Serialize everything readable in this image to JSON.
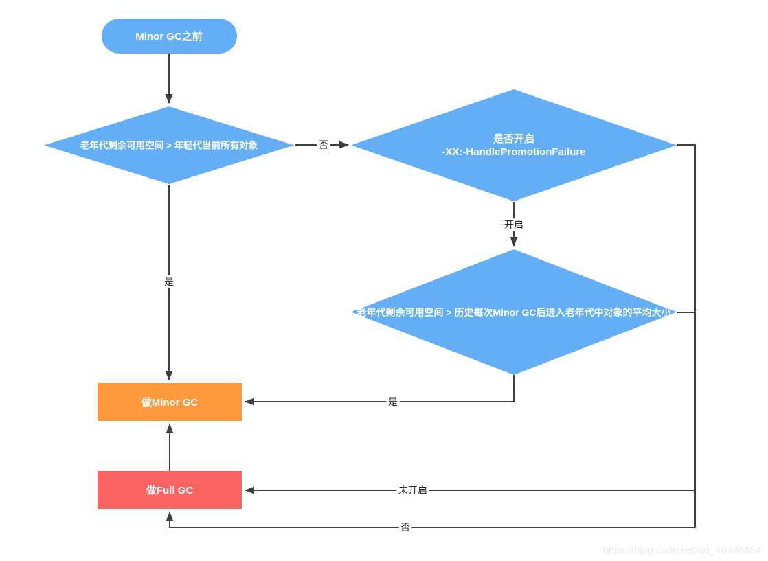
{
  "diagram": {
    "title_semantics": "Minor GC decision flowchart",
    "colors": {
      "node_blue": "#63AEF5",
      "node_orange": "#FF9A3C",
      "node_red": "#FB6363",
      "edge_line": "#3E3E3E",
      "node_text": "#FFFFFF",
      "edge_label_text": "#2B2B2B",
      "watermark_text": "#EBEBEB"
    },
    "nodes": {
      "start": {
        "shape": "rounded-pill",
        "label": "Minor GC之前"
      },
      "decision_old_vs_young": {
        "shape": "diamond",
        "label": "老年代剩余可用空间 > 年轻代当前所有对象"
      },
      "decision_handle_promotion": {
        "shape": "diamond",
        "label_line1": "是否开启",
        "label_line2": "-XX:-HandlePromotionFailure"
      },
      "decision_avg_promoted_size": {
        "shape": "diamond",
        "label": "老年代剩余可用空间 > 历史每次Minor GC后进入老年代中对象的平均大小"
      },
      "do_minor_gc": {
        "shape": "rect",
        "label": "做Minor GC"
      },
      "do_full_gc": {
        "shape": "rect",
        "label": "做Full GC"
      }
    },
    "edges": {
      "old_vs_young_no": {
        "label": "否",
        "from": "decision_old_vs_young",
        "to": "decision_handle_promotion"
      },
      "old_vs_young_yes": {
        "label": "是",
        "from": "decision_old_vs_young",
        "to": "do_minor_gc"
      },
      "handle_promotion_enabled": {
        "label": "开启",
        "from": "decision_handle_promotion",
        "to": "decision_avg_promoted_size"
      },
      "handle_promotion_not_enabled": {
        "label": "未开启",
        "from": "decision_handle_promotion",
        "to": "do_full_gc"
      },
      "avg_size_yes": {
        "label": "是",
        "from": "decision_avg_promoted_size",
        "to": "do_minor_gc"
      },
      "avg_size_no": {
        "label": "否",
        "from": "decision_avg_promoted_size",
        "to": "do_full_gc"
      },
      "start_to_first_decision": {
        "label": "",
        "from": "start",
        "to": "decision_old_vs_young"
      },
      "full_gc_to_minor_gc": {
        "label": "",
        "from": "do_full_gc",
        "to": "do_minor_gc"
      }
    },
    "watermark": "https://blog.csdn.net/qq_40436854"
  }
}
